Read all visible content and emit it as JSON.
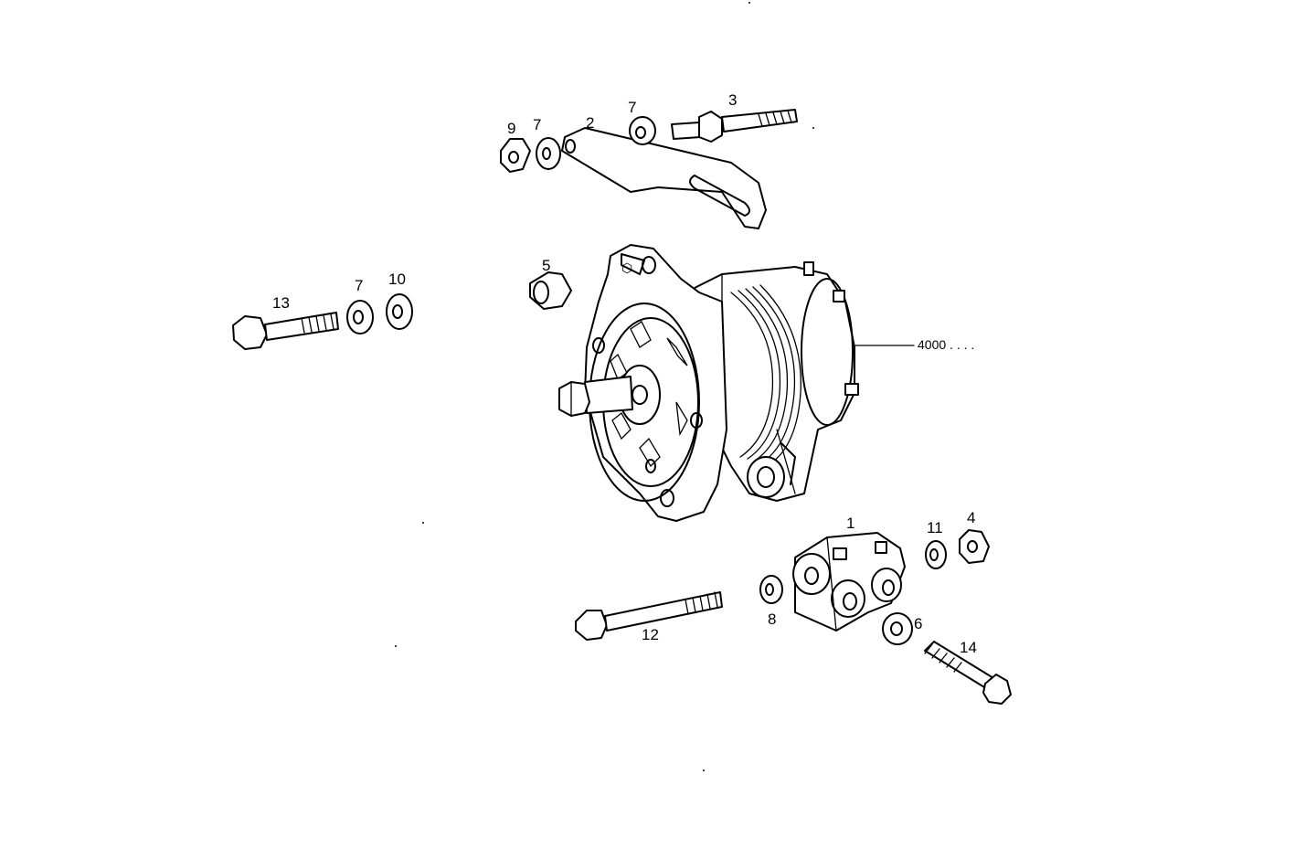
{
  "callouts": {
    "c1": "1",
    "c2": "2",
    "c3": "3",
    "c4": "4",
    "c5": "5",
    "c6": "6",
    "c7a": "7",
    "c7b": "7",
    "c7c": "7",
    "c8": "8",
    "c9": "9",
    "c10": "10",
    "c11": "11",
    "c12": "12",
    "c13": "13",
    "c14": "14",
    "assembly": "4000 . . . ."
  }
}
